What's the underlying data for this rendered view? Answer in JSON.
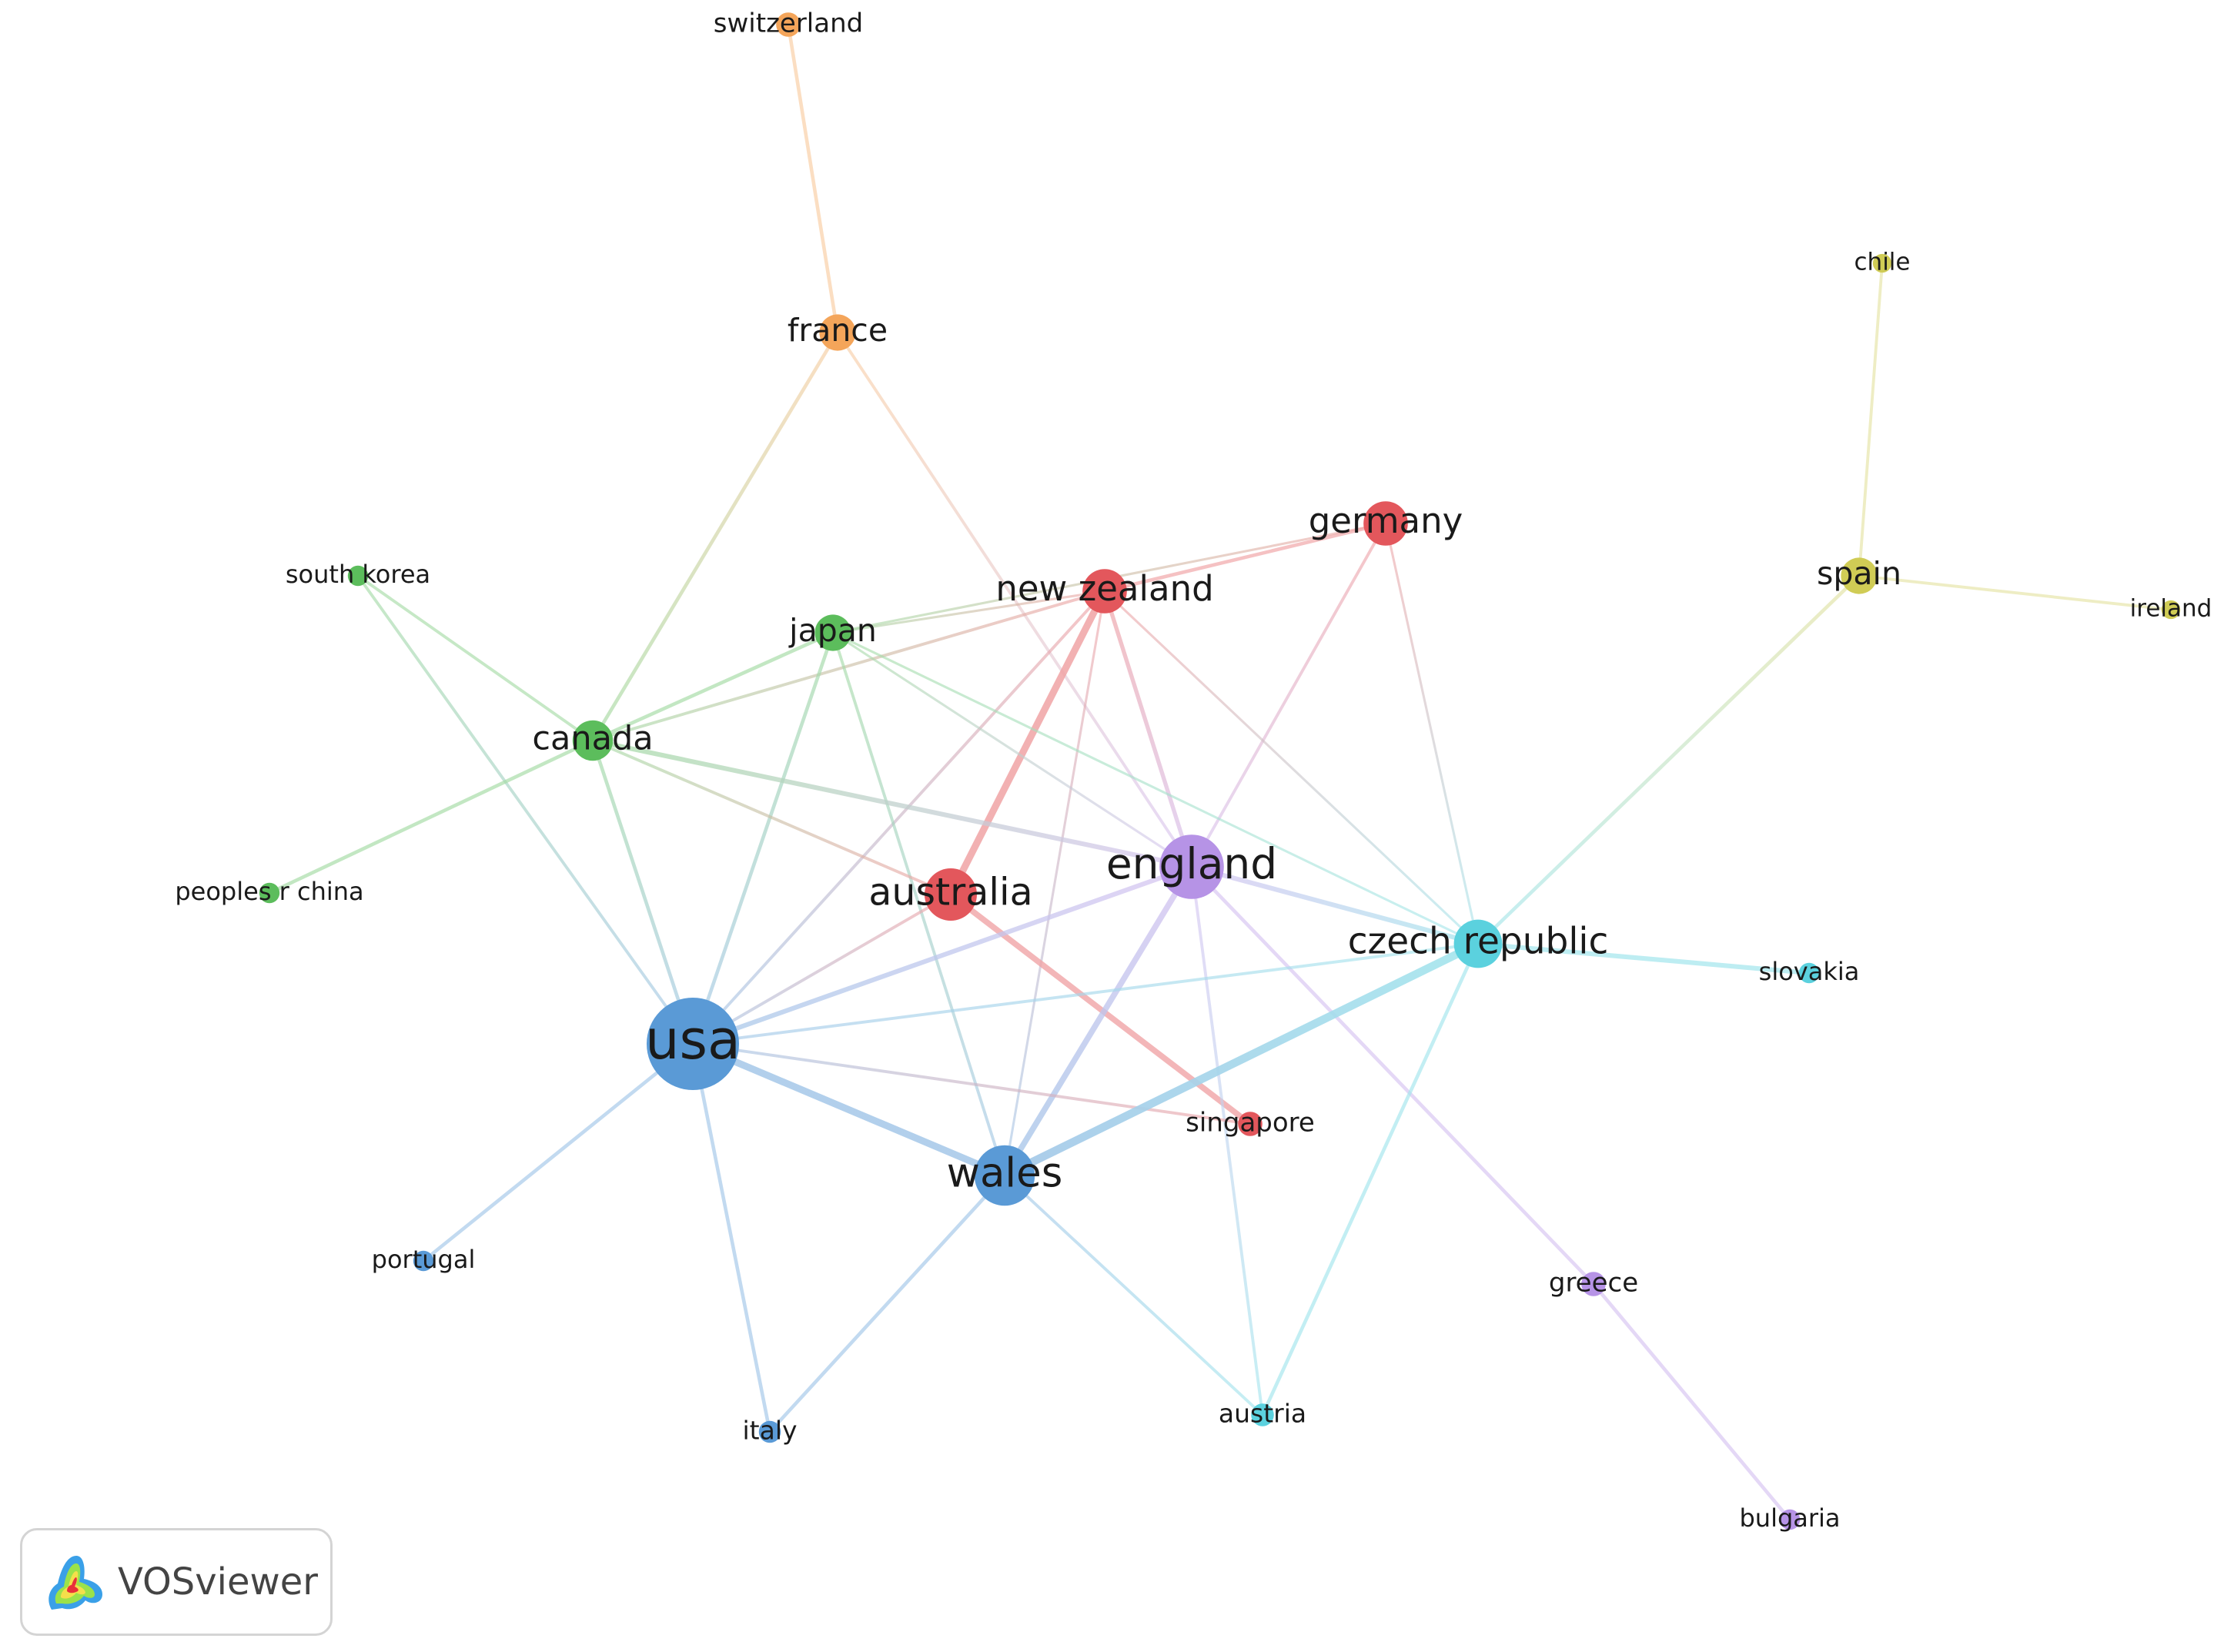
{
  "brand": {
    "name": "VOSviewer"
  },
  "colors": {
    "red": "#e3575c",
    "green": "#5cbd5c",
    "blue": "#5a9ad6",
    "yellow": "#d0cc55",
    "purple": "#b693e6",
    "cyan": "#5bd1de",
    "orange": "#f4a55a"
  },
  "nodes": [
    {
      "id": "usa",
      "label": "usa",
      "cluster": "blue",
      "weight": 10
    },
    {
      "id": "wales",
      "label": "wales",
      "cluster": "blue",
      "weight": 6
    },
    {
      "id": "portugal",
      "label": "portugal",
      "cluster": "blue",
      "weight": 1
    },
    {
      "id": "italy",
      "label": "italy",
      "cluster": "blue",
      "weight": 1.2
    },
    {
      "id": "england",
      "label": "england",
      "cluster": "purple",
      "weight": 6.5
    },
    {
      "id": "greece",
      "label": "greece",
      "cluster": "purple",
      "weight": 1.5
    },
    {
      "id": "bulgaria",
      "label": "bulgaria",
      "cluster": "purple",
      "weight": 1
    },
    {
      "id": "australia",
      "label": "australia",
      "cluster": "red",
      "weight": 5
    },
    {
      "id": "new_zealand",
      "label": "new zealand",
      "cluster": "red",
      "weight": 4
    },
    {
      "id": "germany",
      "label": "germany",
      "cluster": "red",
      "weight": 4
    },
    {
      "id": "singapore",
      "label": "singapore",
      "cluster": "red",
      "weight": 1.5
    },
    {
      "id": "canada",
      "label": "canada",
      "cluster": "green",
      "weight": 3.5
    },
    {
      "id": "japan",
      "label": "japan",
      "cluster": "green",
      "weight": 3
    },
    {
      "id": "south_korea",
      "label": "south korea",
      "cluster": "green",
      "weight": 1
    },
    {
      "id": "peoples_r_china",
      "label": "peoples r china",
      "cluster": "green",
      "weight": 1
    },
    {
      "id": "czech_republic",
      "label": "czech republic",
      "cluster": "cyan",
      "weight": 4.5
    },
    {
      "id": "slovakia",
      "label": "slovakia",
      "cluster": "cyan",
      "weight": 1
    },
    {
      "id": "austria",
      "label": "austria",
      "cluster": "cyan",
      "weight": 1.3
    },
    {
      "id": "spain",
      "label": "spain",
      "cluster": "yellow",
      "weight": 3
    },
    {
      "id": "chile",
      "label": "chile",
      "cluster": "yellow",
      "weight": 0.8
    },
    {
      "id": "ireland",
      "label": "ireland",
      "cluster": "yellow",
      "weight": 0.8
    },
    {
      "id": "france",
      "label": "france",
      "cluster": "orange",
      "weight": 3
    },
    {
      "id": "switzerland",
      "label": "switzerland",
      "cluster": "orange",
      "weight": 1.5
    }
  ],
  "links": [
    {
      "source": "switzerland",
      "target": "france",
      "strength": 2
    },
    {
      "source": "france",
      "target": "canada",
      "strength": 2
    },
    {
      "source": "france",
      "target": "england",
      "strength": 1.5
    },
    {
      "source": "chile",
      "target": "spain",
      "strength": 1.5
    },
    {
      "source": "spain",
      "target": "ireland",
      "strength": 1.5
    },
    {
      "source": "spain",
      "target": "czech_republic",
      "strength": 2
    },
    {
      "source": "germany",
      "target": "new_zealand",
      "strength": 2
    },
    {
      "source": "germany",
      "target": "japan",
      "strength": 1
    },
    {
      "source": "germany",
      "target": "england",
      "strength": 1.5
    },
    {
      "source": "germany",
      "target": "czech_republic",
      "strength": 1
    },
    {
      "source": "new_zealand",
      "target": "australia",
      "strength": 5
    },
    {
      "source": "new_zealand",
      "target": "japan",
      "strength": 1
    },
    {
      "source": "new_zealand",
      "target": "canada",
      "strength": 1.5
    },
    {
      "source": "new_zealand",
      "target": "england",
      "strength": 2.5
    },
    {
      "source": "new_zealand",
      "target": "czech_republic",
      "strength": 1
    },
    {
      "source": "new_zealand",
      "target": "usa",
      "strength": 1.5
    },
    {
      "source": "new_zealand",
      "target": "wales",
      "strength": 1
    },
    {
      "source": "japan",
      "target": "canada",
      "strength": 2
    },
    {
      "source": "japan",
      "target": "usa",
      "strength": 2
    },
    {
      "source": "japan",
      "target": "wales",
      "strength": 1.5
    },
    {
      "source": "japan",
      "target": "england",
      "strength": 1
    },
    {
      "source": "japan",
      "target": "czech_republic",
      "strength": 1
    },
    {
      "source": "south_korea",
      "target": "canada",
      "strength": 1.5
    },
    {
      "source": "south_korea",
      "target": "usa",
      "strength": 1.5
    },
    {
      "source": "canada",
      "target": "peoples_r_china",
      "strength": 2
    },
    {
      "source": "canada",
      "target": "usa",
      "strength": 2
    },
    {
      "source": "canada",
      "target": "australia",
      "strength": 1.5
    },
    {
      "source": "canada",
      "target": "england",
      "strength": 3
    },
    {
      "source": "australia",
      "target": "singapore",
      "strength": 4
    },
    {
      "source": "australia",
      "target": "usa",
      "strength": 1.5
    },
    {
      "source": "england",
      "target": "usa",
      "strength": 3
    },
    {
      "source": "england",
      "target": "wales",
      "strength": 4
    },
    {
      "source": "england",
      "target": "czech_republic",
      "strength": 3
    },
    {
      "source": "england",
      "target": "greece",
      "strength": 2
    },
    {
      "source": "england",
      "target": "austria",
      "strength": 1.5
    },
    {
      "source": "usa",
      "target": "wales",
      "strength": 5
    },
    {
      "source": "usa",
      "target": "czech_republic",
      "strength": 1.5
    },
    {
      "source": "usa",
      "target": "singapore",
      "strength": 1.5
    },
    {
      "source": "usa",
      "target": "portugal",
      "strength": 2
    },
    {
      "source": "usa",
      "target": "italy",
      "strength": 2
    },
    {
      "source": "wales",
      "target": "czech_republic",
      "strength": 6
    },
    {
      "source": "wales",
      "target": "italy",
      "strength": 2
    },
    {
      "source": "wales",
      "target": "austria",
      "strength": 1.5
    },
    {
      "source": "czech_republic",
      "target": "slovakia",
      "strength": 3
    },
    {
      "source": "czech_republic",
      "target": "austria",
      "strength": 2
    },
    {
      "source": "greece",
      "target": "bulgaria",
      "strength": 2
    }
  ]
}
